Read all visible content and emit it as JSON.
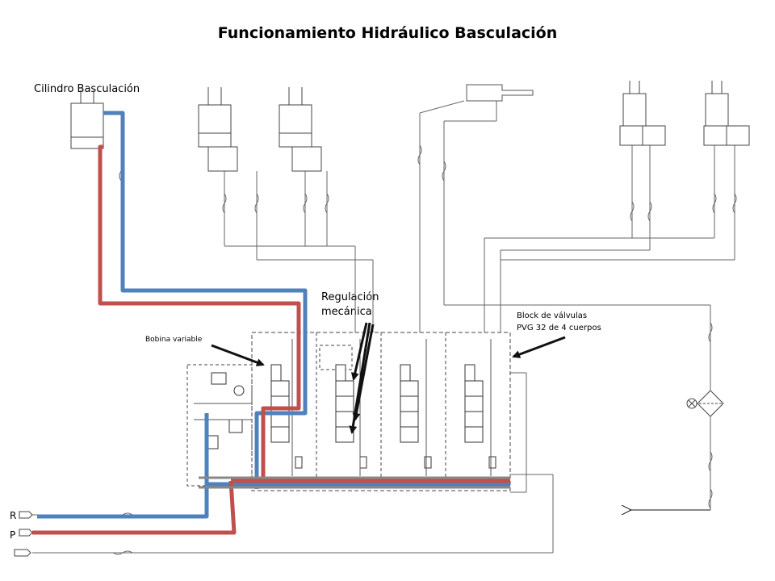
{
  "title": "Funcionamiento Hidráulico Basculación",
  "labels": {
    "cylinder": "Cilindro Basculación",
    "regulation_line1": "Regulación",
    "regulation_line2": "mecánica",
    "block_line1": "Block de válvulas",
    "block_line2": "PVG 32 de 4 cuerpos",
    "coil": "Bobina variable",
    "port_r": "R",
    "port_p": "P"
  },
  "colors": {
    "return_line": "#4f81bd",
    "pressure_line": "#c0504d",
    "schematic": "#555555",
    "arrow": "#111111"
  },
  "icons": [
    "arrow-icon",
    "filter-icon",
    "lamp-icon",
    "cylinder-icon",
    "spool-valve-icon",
    "relief-valve-icon"
  ]
}
